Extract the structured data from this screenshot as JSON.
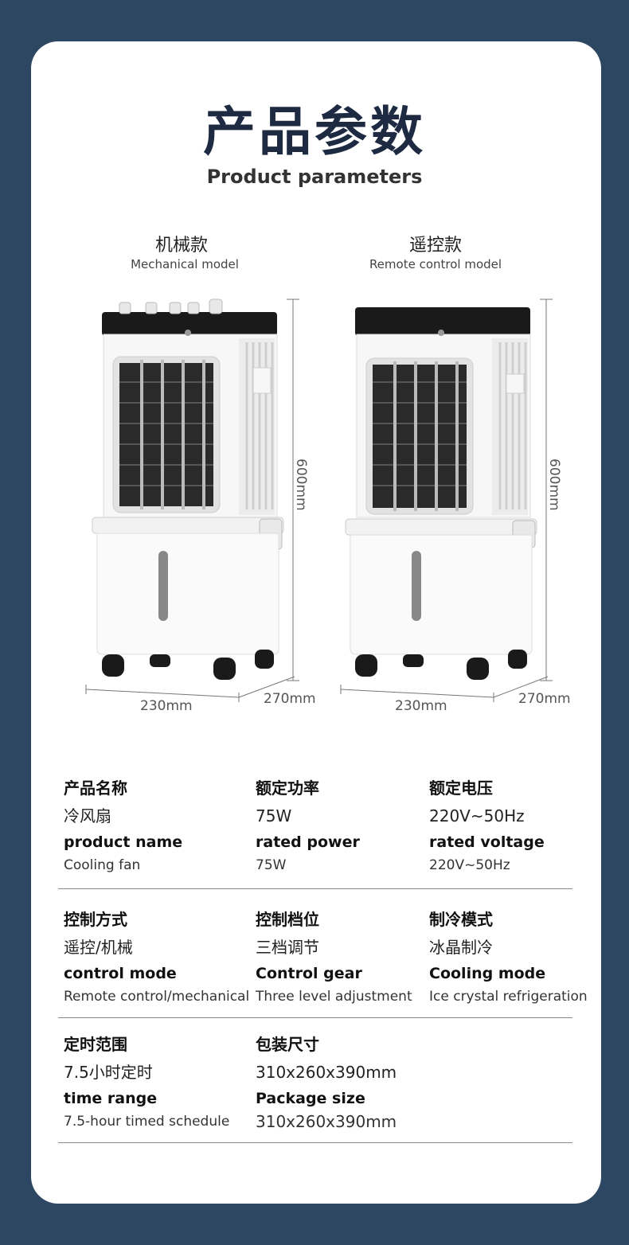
{
  "header": {
    "title_cn": "产品参数",
    "title_en": "Product parameters"
  },
  "models": [
    {
      "name_cn": "机械款",
      "name_en": "Mechanical model",
      "width": "230mm",
      "depth": "270mm",
      "height": "600mm",
      "top_style": "mechanical-knobs"
    },
    {
      "name_cn": "遥控款",
      "name_en": "Remote control model",
      "width": "230mm",
      "depth": "270mm",
      "height": "600mm",
      "top_style": "remote-flat-top"
    }
  ],
  "specs": [
    [
      {
        "label_cn": "产品名称",
        "value_cn": "冷风扇",
        "label_en": "product name",
        "value_en": "Cooling fan"
      },
      {
        "label_cn": "额定功率",
        "value_cn": "75W",
        "label_en": "rated power",
        "value_en": "75W"
      },
      {
        "label_cn": "额定电压",
        "value_cn": "220V~50Hz",
        "label_en": "rated voltage",
        "value_en": "220V~50Hz"
      }
    ],
    [
      {
        "label_cn": "控制方式",
        "value_cn": "遥控/机械",
        "label_en": "control mode",
        "value_en": "Remote control/mechanical"
      },
      {
        "label_cn": "控制档位",
        "value_cn": "三档调节",
        "label_en": "Control gear",
        "value_en": "Three level adjustment"
      },
      {
        "label_cn": "制冷模式",
        "value_cn": "冰晶制冷",
        "label_en": "Cooling mode",
        "value_en": "Ice crystal refrigeration"
      }
    ],
    [
      {
        "label_cn": "定时范围",
        "value_cn": "7.5小时定时",
        "label_en": "time range",
        "value_en": "7.5-hour timed schedule"
      },
      {
        "label_cn": "包装尺寸",
        "value_cn": "310x260x390mm",
        "label_en": "Package size",
        "value_en": "310x260x390mm"
      }
    ]
  ],
  "colors": {
    "background": "#2d4763",
    "card": "#ffffff",
    "title": "#1d2a42",
    "product_top": "#1a1a1a"
  }
}
